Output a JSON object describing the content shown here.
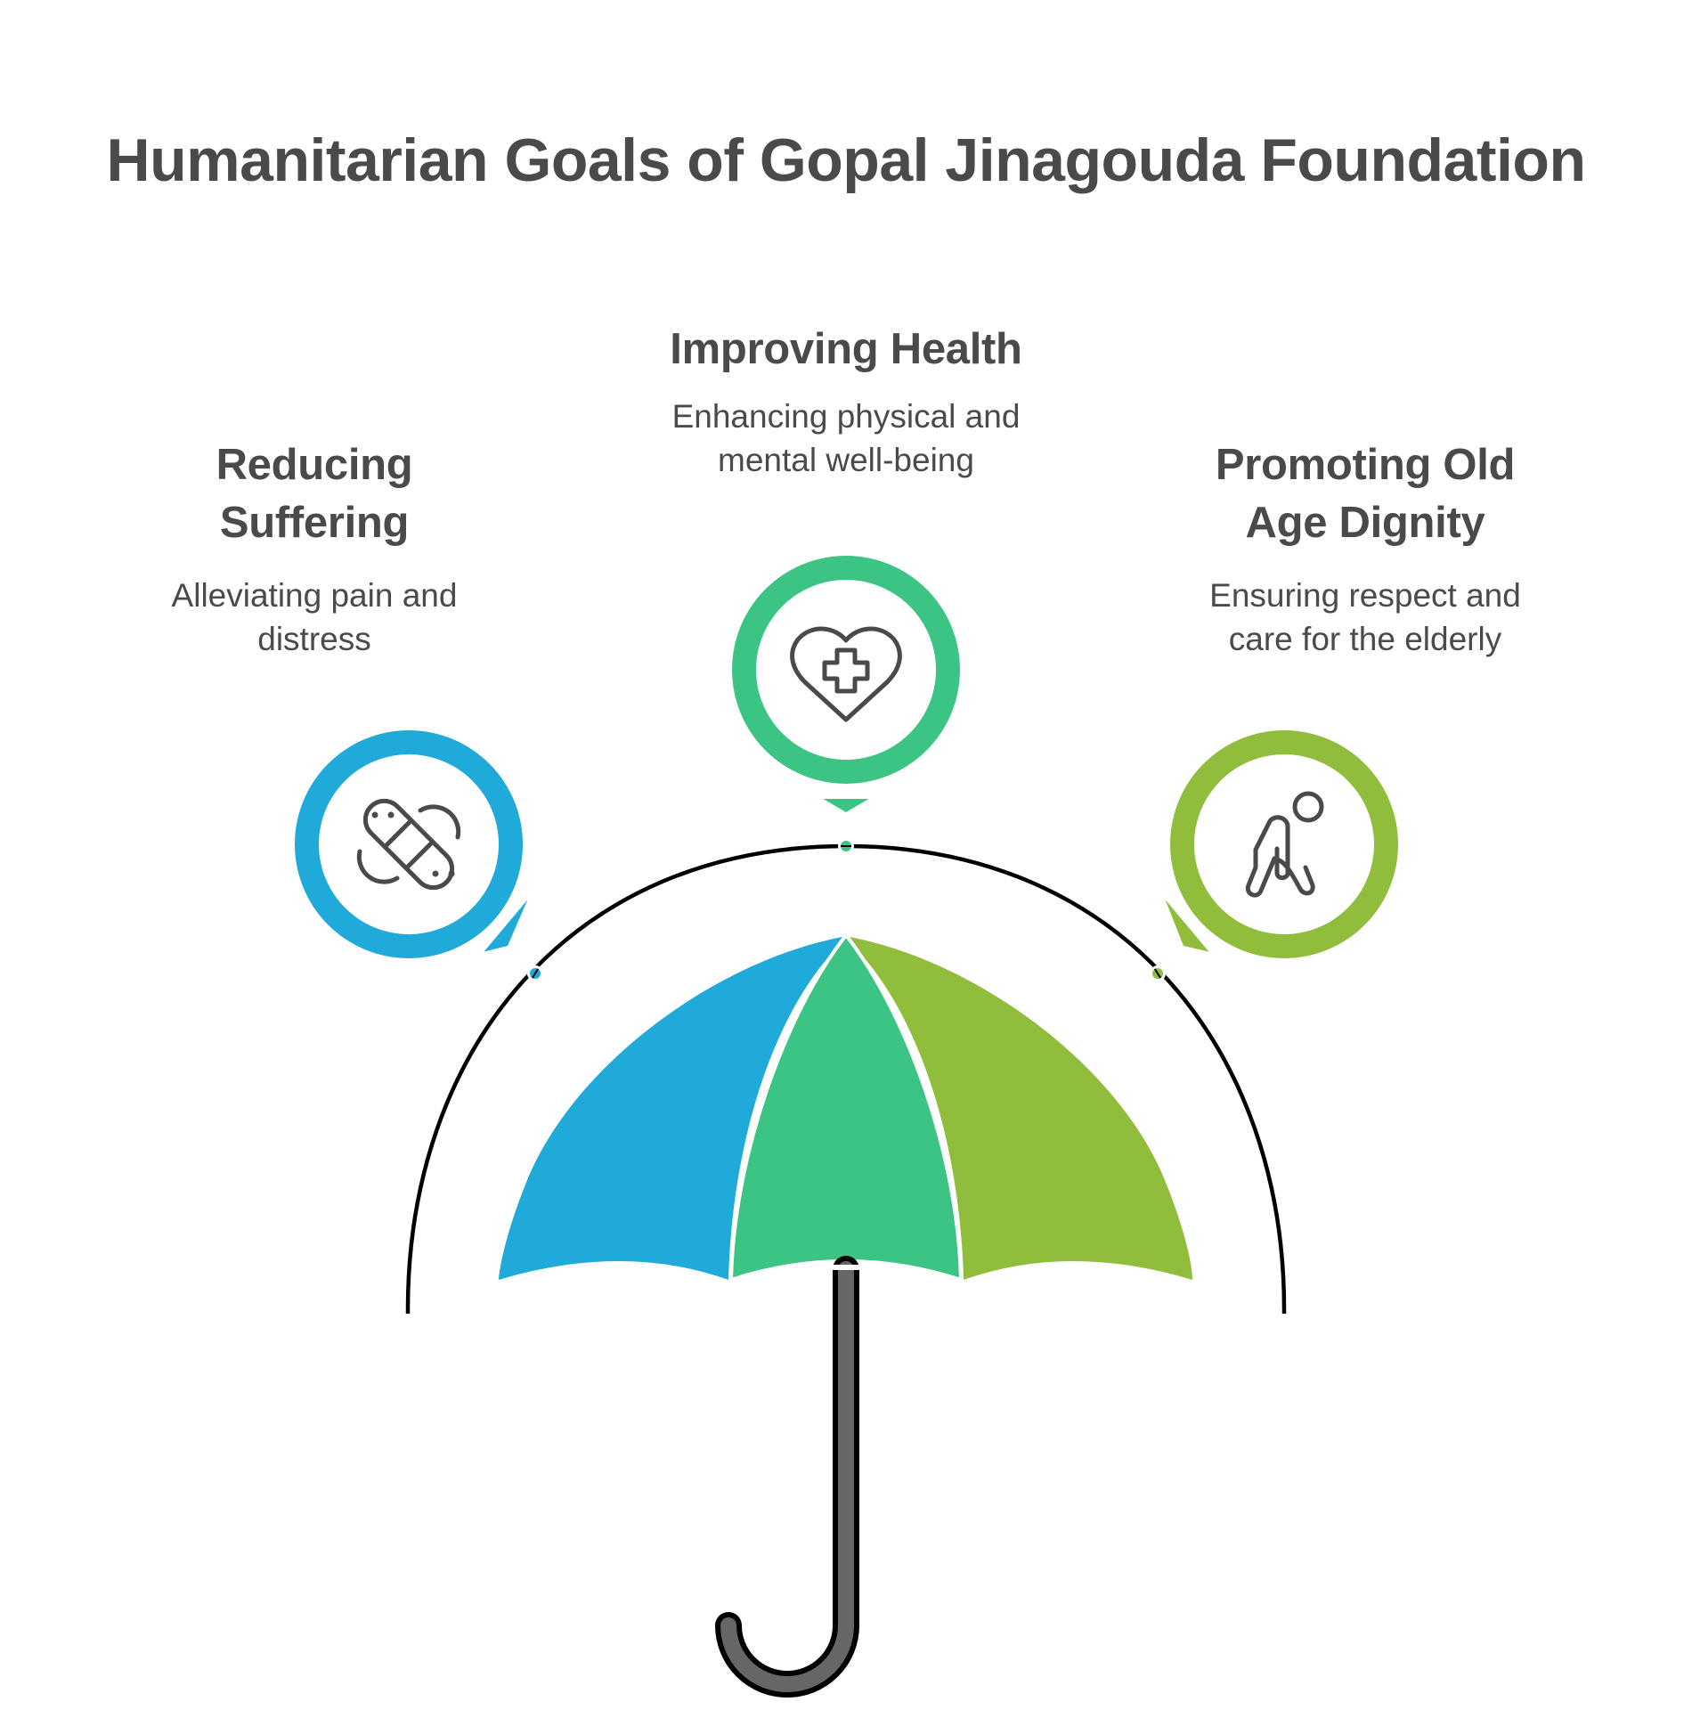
{
  "title": "Humanitarian Goals of Gopal Jinagouda Foundation",
  "goals": [
    {
      "heading_line1": "Reducing",
      "heading_line2": "Suffering",
      "description_line1": "Alleviating pain and",
      "description_line2": "distress",
      "icon": "bandage-icon",
      "color": "#1FAAD9"
    },
    {
      "heading_line1": "Improving Health",
      "heading_line2": "",
      "description_line1": "Enhancing physical and",
      "description_line2": "mental well-being",
      "icon": "heart-medical-cross-icon",
      "color": "#3CC484"
    },
    {
      "heading_line1": "Promoting Old",
      "heading_line2": "Age Dignity",
      "description_line1": "Ensuring respect and",
      "description_line2": "care for the elderly",
      "icon": "elderly-person-icon",
      "color": "#90BD3C"
    }
  ],
  "colors": {
    "text": "#4A4A4A",
    "handle": "#666666",
    "outline": "#000000",
    "background": "#FFFFFF"
  }
}
